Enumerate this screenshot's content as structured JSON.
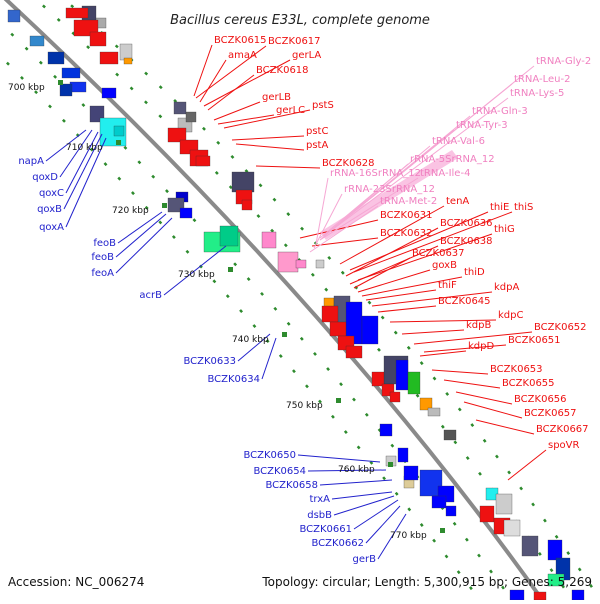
{
  "title": "Bacillus cereus E33L, complete genome",
  "footer": {
    "accession": "Accession: NC_006274",
    "topology": "Topology: circular; Length: 5,300,915 bp; Genes: 5,269"
  },
  "colors": {
    "backbone": "#8a8a8a",
    "tick": "#2e8b2e",
    "cds_forward": "#ee1111",
    "cds_reverse": "#1133dd",
    "rna_label": "#f080c0",
    "line_red": "#e11",
    "line_blue": "#22c"
  },
  "ticks": [
    {
      "label": "700 kbp"
    },
    {
      "label": "710 kbp"
    },
    {
      "label": "720 kbp"
    },
    {
      "label": "730 kbp"
    },
    {
      "label": "740 kbp"
    },
    {
      "label": "750 kbp"
    },
    {
      "label": "760 kbp"
    },
    {
      "label": "770 kbp"
    }
  ],
  "labels_red": [
    "BCZK0615",
    "BCZK0617",
    "amaA",
    "gerLA",
    "BCZK0618",
    "gerLB",
    "gerLC",
    "pstS",
    "pstC",
    "pstA",
    "BCZK0628",
    "tenA",
    "BCZK0631",
    "thiE",
    "thiS",
    "BCZK0636",
    "BCZK0632",
    "thiG",
    "BCZK0638",
    "BCZK0637",
    "goxB",
    "thiD",
    "thiF",
    "kdpA",
    "BCZK0645",
    "kdpC",
    "kdpB",
    "BCZK0652",
    "BCZK0651",
    "kdpD",
    "BCZK0653",
    "BCZK0655",
    "BCZK0656",
    "BCZK0657",
    "BCZK0667",
    "spoVR"
  ],
  "labels_pink": [
    "tRNA-Gly-2",
    "tRNA-Leu-2",
    "tRNA-Lys-5",
    "tRNA-Gln-3",
    "tRNA-Tyr-3",
    "tRNA-Val-6",
    "rRNA-5SrRNA_12",
    "rRNA-16SrRNA_12",
    "tRNA-Ile-4",
    "rRNA-23SrRNA_12",
    "tRNA-Met-2"
  ],
  "labels_blue": [
    "napA",
    "qoxD",
    "qoxC",
    "qoxB",
    "qoxA",
    "feoB",
    "feoB",
    "feoA",
    "acrB",
    "BCZK0633",
    "BCZK0634",
    "BCZK0650",
    "BCZK0654",
    "BCZK0658",
    "trxA",
    "dsbB",
    "BCZK0661",
    "BCZK0662",
    "gerB"
  ]
}
